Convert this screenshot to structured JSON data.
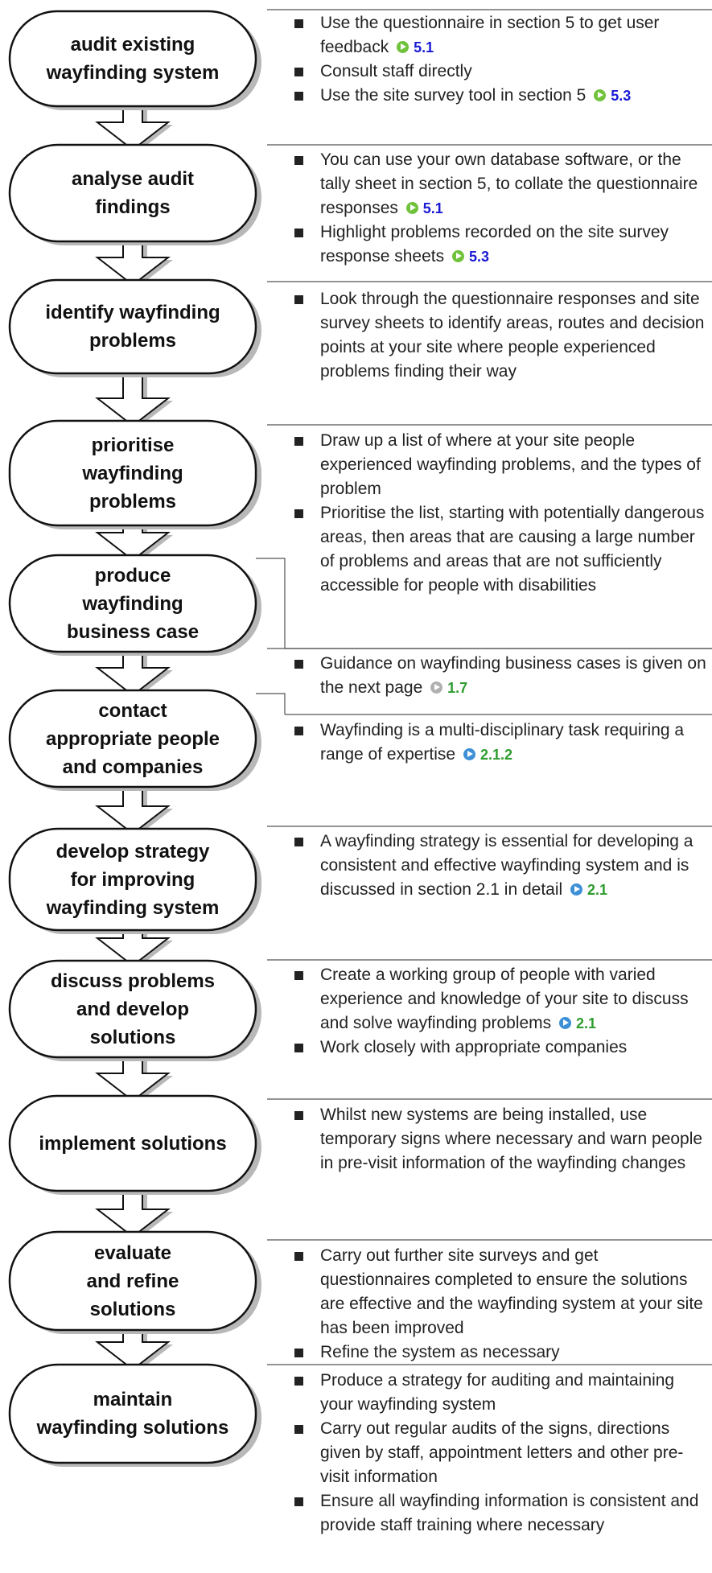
{
  "colors": {
    "outline": "#111111",
    "shadow": "#b8b8b8",
    "rule": "#555555",
    "ref_blue": "#1a1ad6",
    "ref_green": "#2e9c2e",
    "icon_blue": "#3d8fd6",
    "icon_green": "#6fc23a"
  },
  "steps": [
    {
      "title": [
        "audit existing",
        "wayfinding system"
      ],
      "bullets": [
        {
          "text": "Use the questionnaire in section 5 to get user feedback",
          "ref": "5.1",
          "ref_color": "blue"
        },
        {
          "text": "Consult staff directly"
        },
        {
          "text": "Use the site survey tool in section 5",
          "ref": "5.3",
          "ref_color": "blue"
        }
      ]
    },
    {
      "title": [
        "analyse audit",
        "findings"
      ],
      "bullets": [
        {
          "text": "You can use your own database software, or the tally sheet in section 5, to collate the questionnaire responses",
          "ref": "5.1",
          "ref_color": "blue"
        },
        {
          "text": "Highlight problems recorded on the site survey response sheets",
          "ref": "5.3",
          "ref_color": "blue"
        }
      ]
    },
    {
      "title": [
        "identify wayfinding",
        "problems"
      ],
      "bullets": [
        {
          "text": "Look through the questionnaire responses and site survey sheets to identify areas, routes and decision points at your site where people experienced problems finding their way"
        }
      ]
    },
    {
      "title": [
        "prioritise",
        "wayfinding",
        "problems"
      ],
      "bullets": [
        {
          "text": "Draw up a list of where at your site people experienced wayfinding problems, and the types of problem"
        },
        {
          "text": "Prioritise the list, starting with potentially dangerous areas, then areas that are causing a large number of problems and areas that are not sufficiently accessible for people with disabilities"
        }
      ]
    },
    {
      "title": [
        "produce",
        "wayfinding",
        "business case"
      ],
      "bullets": [
        {
          "text": "Guidance on wayfinding business cases is given on the next page",
          "ref": "1.7",
          "ref_color": "green",
          "ref_icon": "grey"
        }
      ]
    },
    {
      "title": [
        "contact",
        "appropriate people",
        "and companies"
      ],
      "bullets": [
        {
          "text": "Wayfinding is a multi-disciplinary task requiring a range of expertise",
          "ref": "2.1.2",
          "ref_color": "green"
        }
      ]
    },
    {
      "title": [
        "develop strategy",
        "for improving",
        "wayfinding system"
      ],
      "bullets": [
        {
          "text": "A wayfinding strategy is essential for developing a consistent and effective wayfinding system and is discussed in section 2.1 in detail",
          "ref": "2.1",
          "ref_color": "green"
        }
      ]
    },
    {
      "title": [
        "discuss problems",
        "and develop",
        "solutions"
      ],
      "bullets": [
        {
          "text": "Create a working group of people with varied experience and knowledge of your site to discuss and solve wayfinding problems",
          "ref": "2.1",
          "ref_color": "green"
        },
        {
          "text": "Work closely with appropriate companies"
        }
      ]
    },
    {
      "title": [
        "implement solutions"
      ],
      "bullets": [
        {
          "text": "Whilst new systems are being installed, use temporary signs where necessary and warn people in pre-visit information of the wayfinding changes"
        }
      ]
    },
    {
      "title": [
        "evaluate",
        "and refine",
        "solutions"
      ],
      "bullets": [
        {
          "text": "Carry out further site surveys and get questionnaires completed to ensure the solutions are effective and the wayfinding system at your site has been improved"
        },
        {
          "text": "Refine the system as necessary"
        }
      ]
    },
    {
      "title": [
        "maintain",
        "wayfinding solutions"
      ],
      "bullets": [
        {
          "text": "Produce a strategy for auditing and maintaining your wayfinding system"
        },
        {
          "text": "Carry out regular audits of the signs, directions given by staff, appointment letters and other pre-visit information"
        },
        {
          "text": "Ensure all wayfinding information is consistent and provide staff training where necessary"
        }
      ]
    }
  ]
}
